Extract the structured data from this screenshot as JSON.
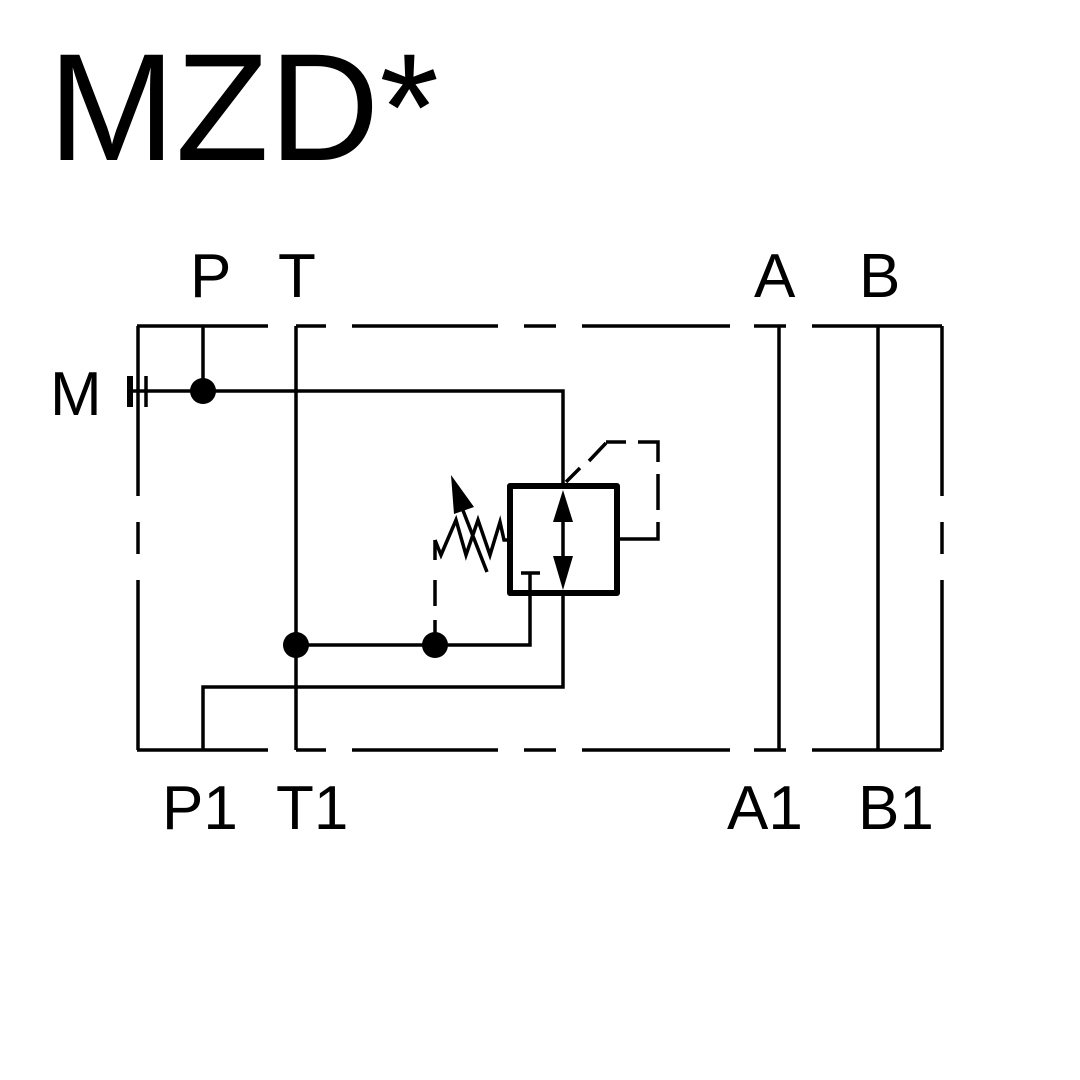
{
  "title": "MZD*",
  "ports": {
    "top": [
      "P",
      "T",
      "A",
      "B"
    ],
    "bottom": [
      "P1",
      "T1",
      "A1",
      "B1"
    ],
    "gauge": "M"
  }
}
